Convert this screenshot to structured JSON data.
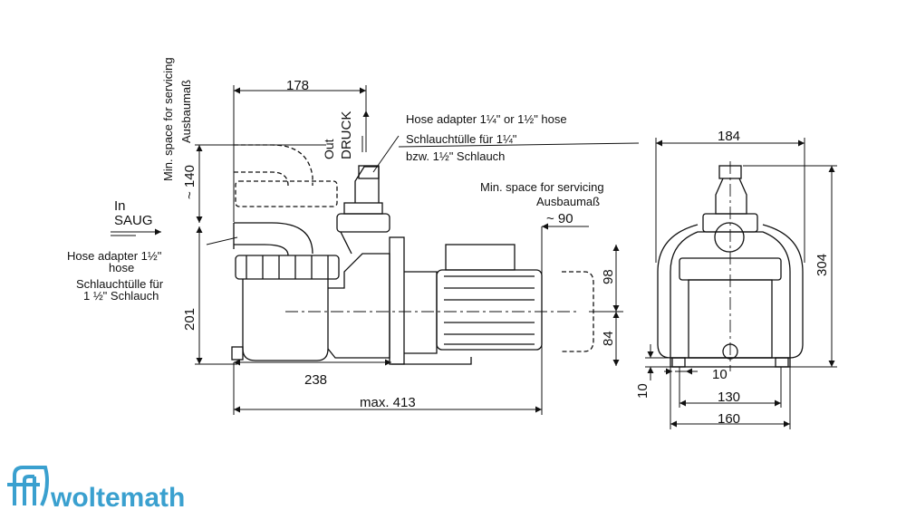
{
  "dimensions": {
    "d178": "178",
    "d140": "~ 140",
    "d201": "201",
    "d238": "238",
    "dmax413": "max. 413",
    "d90": "~ 90",
    "d98": "98",
    "d84": "84",
    "d184": "184",
    "d304": "304",
    "d10a": "10",
    "d10b": "10",
    "d130": "130",
    "d160": "160"
  },
  "labels": {
    "service_vertical_en": "Min. space for servicing",
    "service_vertical_de": "Ausbaumaß",
    "out_en": "Out",
    "out_de": "DRUCK",
    "in_en": "In",
    "in_de": "SAUG",
    "hose_out_en": "Hose adapter 1¼\"  or 1½\" hose",
    "hose_out_de1": "Schlauchtülle für 1¼\"",
    "hose_out_de2": "bzw. 1½\" Schlauch",
    "hose_in_en1": "Hose adapter 1½\"",
    "hose_in_en2": "hose",
    "hose_in_de1": "Schlauchtülle für",
    "hose_in_de2": "1 ½\" Schlauch",
    "service_right_en": "Min. space for servicing",
    "service_right_de": "Ausbaumaß"
  },
  "logo": {
    "text": "woltemath",
    "color": "#3aa0cf"
  }
}
